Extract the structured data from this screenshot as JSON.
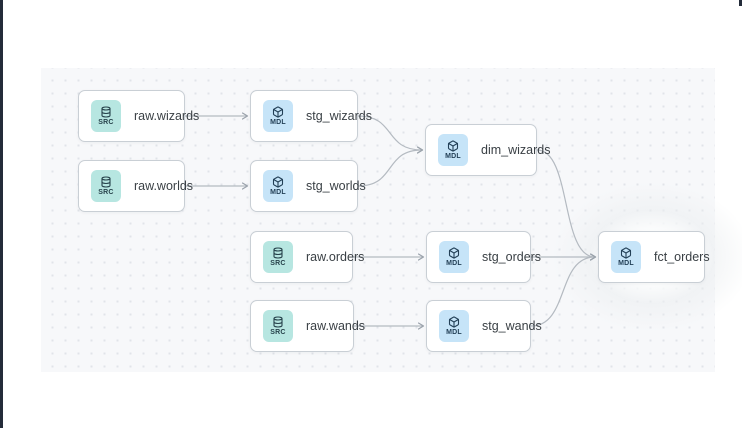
{
  "diagram": {
    "kind": "data-lineage-dag",
    "nodes": [
      {
        "id": "raw_wizards",
        "label": "raw.wizards",
        "badge": "SRC",
        "icon": "database-icon"
      },
      {
        "id": "stg_wizards",
        "label": "stg_wizards",
        "badge": "MDL",
        "icon": "cube-icon"
      },
      {
        "id": "raw_worlds",
        "label": "raw.worlds",
        "badge": "SRC",
        "icon": "database-icon"
      },
      {
        "id": "stg_worlds",
        "label": "stg_worlds",
        "badge": "MDL",
        "icon": "cube-icon"
      },
      {
        "id": "dim_wizards",
        "label": "dim_wizards",
        "badge": "MDL",
        "icon": "cube-icon"
      },
      {
        "id": "raw_orders",
        "label": "raw.orders",
        "badge": "SRC",
        "icon": "database-icon"
      },
      {
        "id": "stg_orders",
        "label": "stg_orders",
        "badge": "MDL",
        "icon": "cube-icon"
      },
      {
        "id": "fct_orders",
        "label": "fct_orders",
        "badge": "MDL",
        "icon": "cube-icon",
        "highlighted": true
      },
      {
        "id": "raw_wands",
        "label": "raw.wands",
        "badge": "SRC",
        "icon": "database-icon"
      },
      {
        "id": "stg_wands",
        "label": "stg_wands",
        "badge": "MDL",
        "icon": "cube-icon"
      }
    ],
    "edges": [
      {
        "from": "raw_wizards",
        "to": "stg_wizards"
      },
      {
        "from": "raw_worlds",
        "to": "stg_worlds"
      },
      {
        "from": "stg_wizards",
        "to": "dim_wizards"
      },
      {
        "from": "stg_worlds",
        "to": "dim_wizards"
      },
      {
        "from": "raw_orders",
        "to": "stg_orders"
      },
      {
        "from": "raw_wands",
        "to": "stg_wands"
      },
      {
        "from": "dim_wizards",
        "to": "fct_orders"
      },
      {
        "from": "stg_orders",
        "to": "fct_orders"
      },
      {
        "from": "stg_wands",
        "to": "fct_orders"
      }
    ],
    "colors": {
      "src_badge_bg": "#b7e6e1",
      "src_badge_text": "#26424b",
      "mdl_badge_bg": "#c6e4f8",
      "mdl_badge_text": "#234057",
      "edge": "#b4bac1",
      "node_border": "#c9cfd5",
      "canvas_bg": "#f7f8fa",
      "left_edge": "#232b39"
    }
  }
}
